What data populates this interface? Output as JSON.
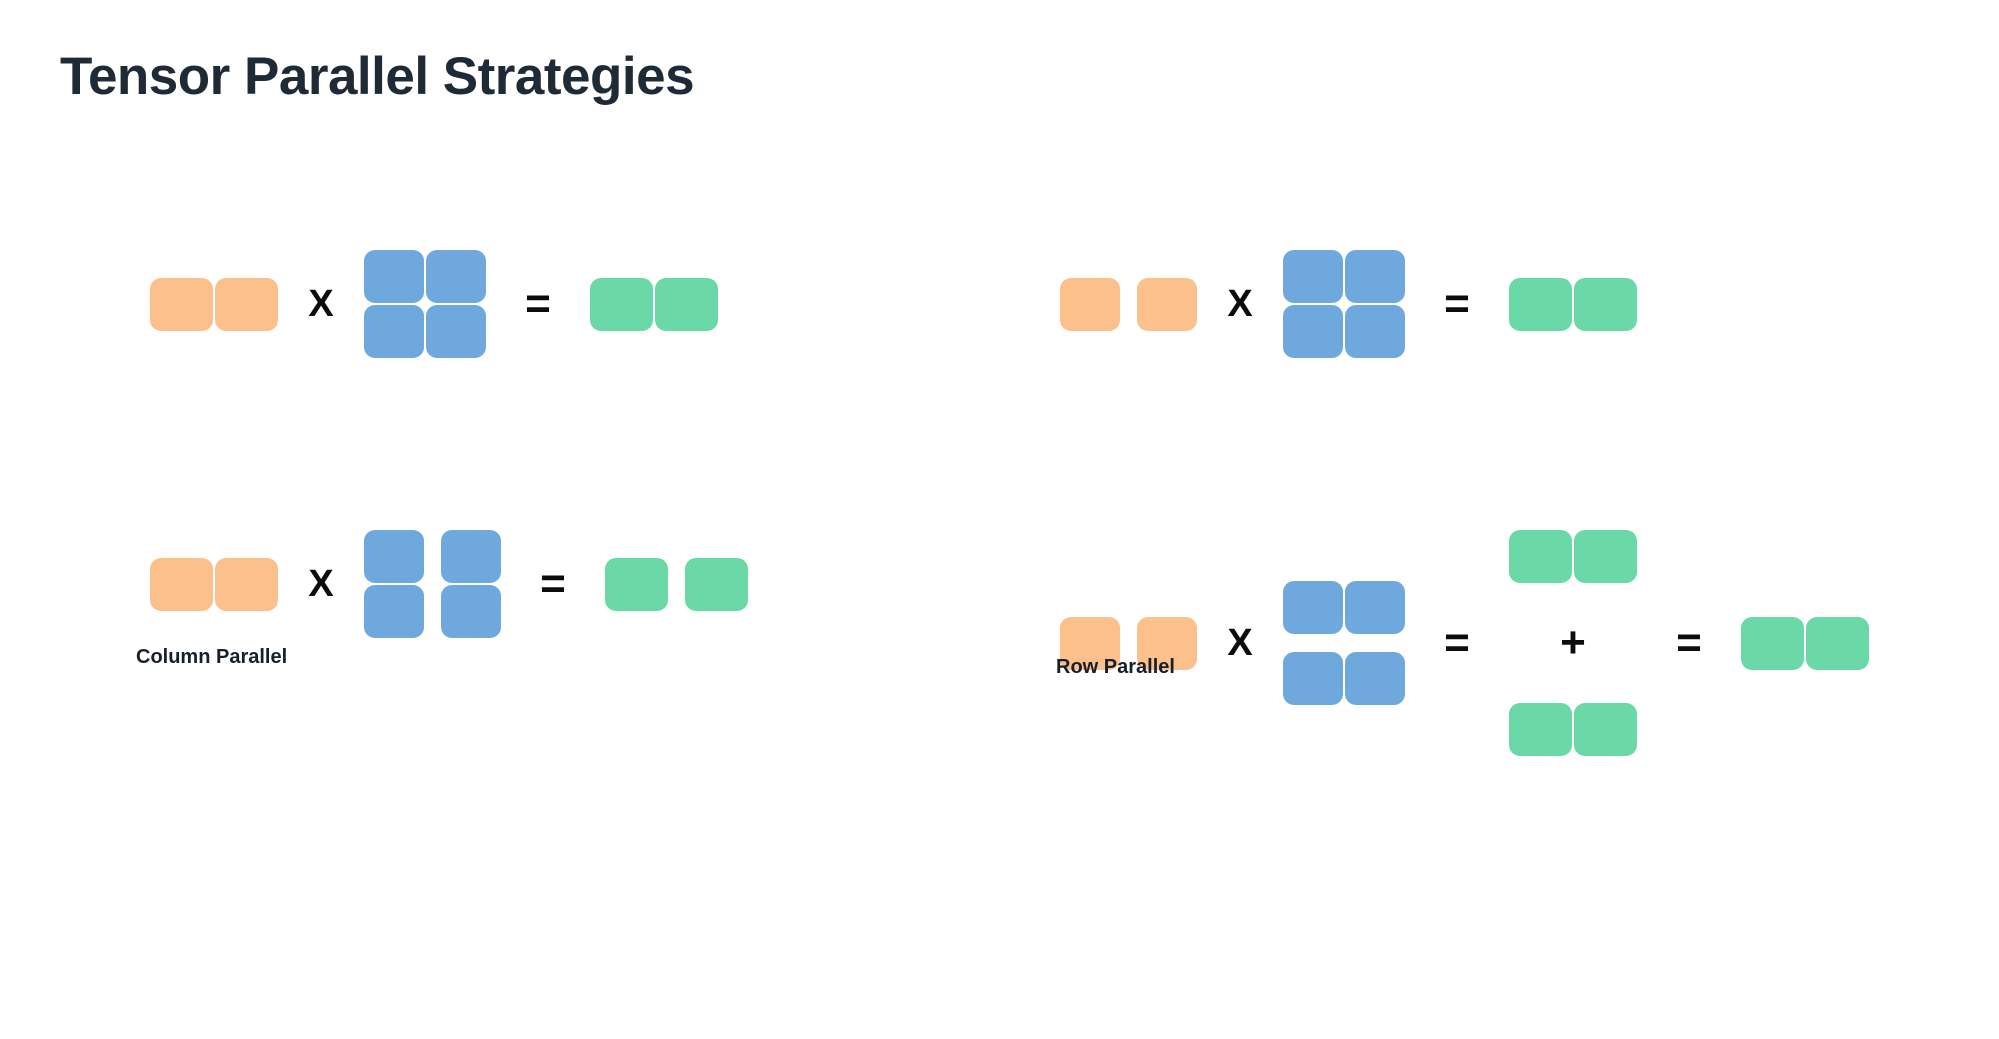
{
  "page": {
    "title": "Tensor Parallel Strategies",
    "background_color": "#ffffff"
  },
  "palette": {
    "input_orange": "#fbc08c",
    "weight_blue": "#6ea8dc",
    "output_green": "#6bd8a7",
    "operator_black": "#0c0c0c",
    "title_navy": "#1f2a37"
  },
  "operators": {
    "times": "X",
    "equals": "=",
    "plus": "+"
  },
  "strategies": [
    {
      "id": "column-parallel",
      "label": "Column Parallel",
      "rows": [
        {
          "id": "column-parallel-unsharded",
          "caption": "",
          "operands": [
            {
              "kind": "matrix",
              "name": "input-activations",
              "color": "input_orange",
              "rows": 1,
              "cols": 2,
              "split": "none",
              "cell": "wide"
            },
            {
              "kind": "operator",
              "name": "times",
              "symbol": "X"
            },
            {
              "kind": "matrix",
              "name": "weight-matrix",
              "color": "weight_blue",
              "rows": 2,
              "cols": 2,
              "split": "none",
              "cell": "sq"
            },
            {
              "kind": "operator",
              "name": "equals",
              "symbol": "="
            },
            {
              "kind": "matrix",
              "name": "output-activations",
              "color": "output_green",
              "rows": 1,
              "cols": 2,
              "split": "none",
              "cell": "wide"
            }
          ]
        },
        {
          "id": "column-parallel-sharded",
          "caption": "",
          "operands": [
            {
              "kind": "matrix",
              "name": "input-activations",
              "color": "input_orange",
              "rows": 1,
              "cols": 2,
              "split": "none",
              "cell": "wide"
            },
            {
              "kind": "operator",
              "name": "times",
              "symbol": "X"
            },
            {
              "kind": "matrix",
              "name": "weight-matrix-column-sharded",
              "color": "weight_blue",
              "rows": 2,
              "cols": 2,
              "split": "cols",
              "cell": "sq"
            },
            {
              "kind": "operator",
              "name": "equals",
              "symbol": "="
            },
            {
              "kind": "matrix",
              "name": "output-activations-column-sharded",
              "color": "output_green",
              "rows": 1,
              "cols": 2,
              "split": "cols",
              "cell": "wide"
            }
          ]
        }
      ]
    },
    {
      "id": "row-parallel",
      "label": "Row Parallel",
      "rows": [
        {
          "id": "row-parallel-unsharded",
          "caption": "",
          "operands": [
            {
              "kind": "matrix",
              "name": "input-activations-row-sharded",
              "color": "input_orange",
              "rows": 1,
              "cols": 2,
              "split": "cols",
              "cell": "sq"
            },
            {
              "kind": "operator",
              "name": "times",
              "symbol": "X"
            },
            {
              "kind": "matrix",
              "name": "weight-matrix",
              "color": "weight_blue",
              "rows": 2,
              "cols": 2,
              "split": "none",
              "cell": "sq"
            },
            {
              "kind": "operator",
              "name": "equals",
              "symbol": "="
            },
            {
              "kind": "matrix",
              "name": "output-activations",
              "color": "output_green",
              "rows": 1,
              "cols": 2,
              "split": "none",
              "cell": "wide"
            }
          ]
        },
        {
          "id": "row-parallel-sharded",
          "caption": "",
          "operands": [
            {
              "kind": "matrix",
              "name": "input-activations-row-sharded",
              "color": "input_orange",
              "rows": 1,
              "cols": 2,
              "split": "cols",
              "cell": "sq"
            },
            {
              "kind": "operator",
              "name": "times",
              "symbol": "X"
            },
            {
              "kind": "matrix",
              "name": "weight-matrix-row-sharded",
              "color": "weight_blue",
              "rows": 2,
              "cols": 2,
              "split": "rows",
              "cell": "sq"
            },
            {
              "kind": "operator",
              "name": "equals",
              "symbol": "="
            },
            {
              "kind": "sum",
              "name": "partial-outputs-sum",
              "terms": [
                {
                  "name": "partial-output-shard-0",
                  "color": "output_green",
                  "rows": 1,
                  "cols": 2,
                  "cell": "wide"
                },
                {
                  "name": "partial-output-shard-1",
                  "color": "output_green",
                  "rows": 1,
                  "cols": 2,
                  "cell": "wide"
                }
              ],
              "operator": "+"
            },
            {
              "kind": "operator",
              "name": "equals",
              "symbol": "="
            },
            {
              "kind": "matrix",
              "name": "reduced-output-activations",
              "color": "output_green",
              "rows": 1,
              "cols": 2,
              "split": "none",
              "cell": "wide"
            }
          ]
        }
      ]
    }
  ]
}
